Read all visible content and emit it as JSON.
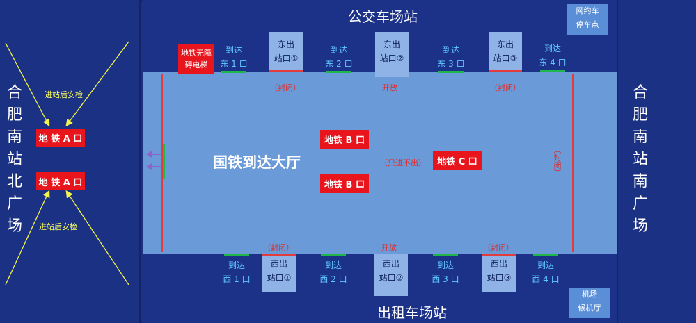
{
  "top": {
    "title": "公交车场站",
    "ride_hailing": [
      "网约车",
      "停车点"
    ],
    "accessible_elevator": [
      "地铁无障",
      "碍电梯"
    ],
    "exits": [
      {
        "name_a": "东出",
        "name_b": "站口①",
        "status": "（封闭）"
      },
      {
        "name_a": "东出",
        "name_b": "站口②",
        "status": "开放"
      },
      {
        "name_a": "东出",
        "name_b": "站口③",
        "status": "（封闭）"
      }
    ],
    "arrivals": [
      {
        "a": "到达",
        "b": "东 1 口"
      },
      {
        "a": "到达",
        "b": "东 2 口"
      },
      {
        "a": "到达",
        "b": "东 3 口"
      },
      {
        "a": "到达",
        "b": "东 4 口"
      }
    ]
  },
  "bottom": {
    "title": "出租车场站",
    "airport_terminal": [
      "机场",
      "候机厅"
    ],
    "exits": [
      {
        "name_a": "西出",
        "name_b": "站口①",
        "status": "（封闭）"
      },
      {
        "name_a": "西出",
        "name_b": "站口②",
        "status": "开放"
      },
      {
        "name_a": "西出",
        "name_b": "站口③",
        "status": "（封闭）"
      }
    ],
    "arrivals": [
      {
        "a": "到达",
        "b": "西 1 口"
      },
      {
        "a": "到达",
        "b": "西 2 口"
      },
      {
        "a": "到达",
        "b": "西 3 口"
      },
      {
        "a": "到达",
        "b": "西 4 口"
      }
    ]
  },
  "hall": {
    "title": "国铁到达大厅",
    "metro_b": "地铁 B 口",
    "metro_c": "地铁 C 口",
    "enter_only": "（只进不出）",
    "right_closed": "（封闭）"
  },
  "left": {
    "vertical_label": [
      "合",
      "肥",
      "南",
      "站",
      "北",
      "广",
      "场"
    ],
    "metro_a": "地 铁 A 口",
    "security_note": "进站后安检"
  },
  "right": {
    "vertical_label": [
      "合",
      "肥",
      "南",
      "站",
      "南",
      "广",
      "场"
    ]
  },
  "colors": {
    "background": "#1a2f86",
    "hall": "#6a9ad8",
    "exit_box": "#8fb3e6",
    "metro_red": "#e8151d",
    "arrival_text": "#61c8ff",
    "closed_text": "#e02b2b",
    "arrow_yellow": "#f4f44a",
    "arrow_purple": "#8a64c8"
  }
}
